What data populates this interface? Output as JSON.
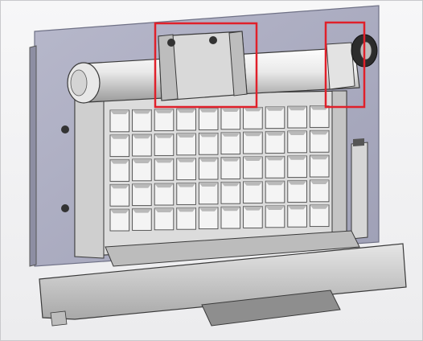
{
  "figure": {
    "description_visible_text": "",
    "colors": {
      "back_plate": "#a9aabf",
      "back_plate_edge": "#6f7186",
      "part_light": "#eeeeee",
      "part_mid": "#cfcfcf",
      "part_dark": "#8e8e8e",
      "outline": "#3a3a3a",
      "highlight": "#e0202a"
    },
    "highlight_boxes": [
      {
        "name": "highlight-box-center-bracket"
      },
      {
        "name": "highlight-box-right-end"
      }
    ],
    "grid": {
      "rows": 5,
      "cols": 10
    }
  }
}
